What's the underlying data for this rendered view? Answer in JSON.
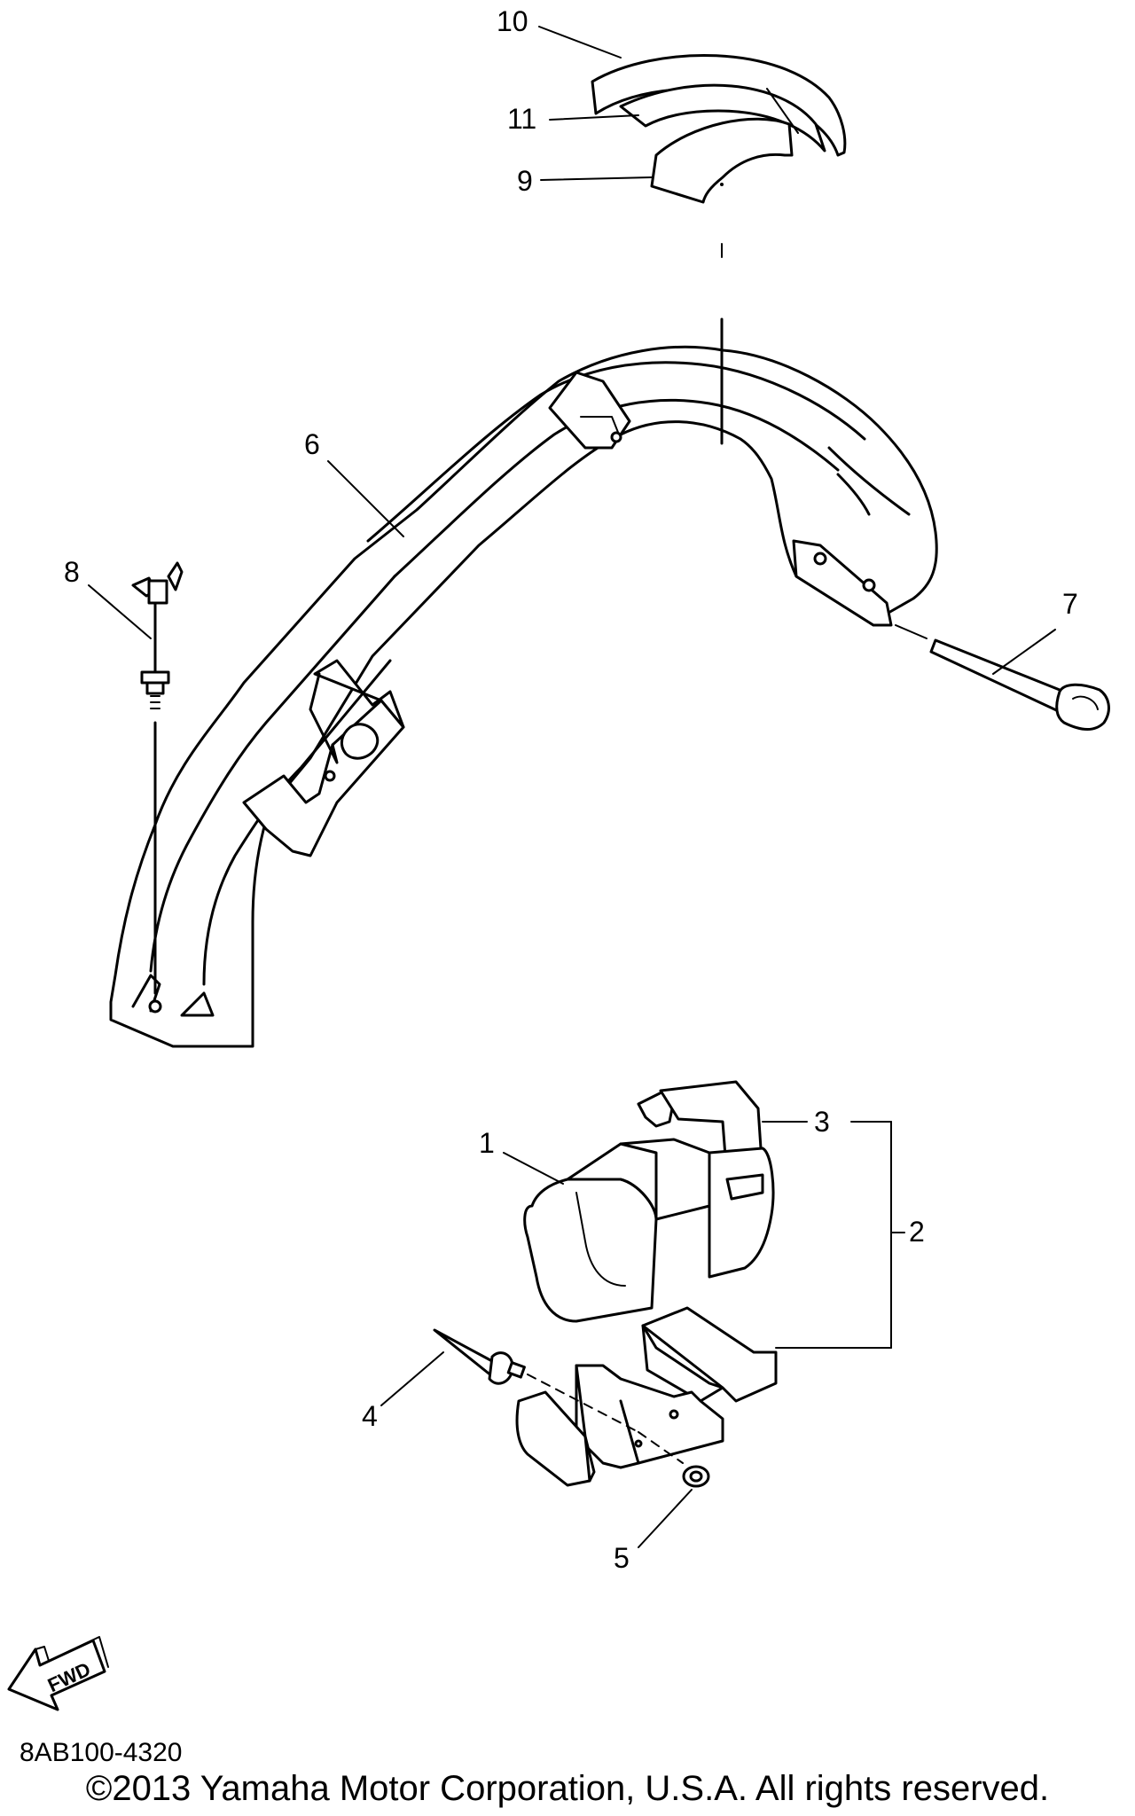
{
  "callouts": {
    "c1": "1",
    "c2": "2",
    "c3": "3",
    "c4": "4",
    "c5": "5",
    "c6": "6",
    "c7": "7",
    "c8": "8",
    "c9": "9",
    "c10": "10",
    "c11": "11"
  },
  "fwd_label": "FWD",
  "ref_code": "8AB100-4320",
  "copyright": "©2013 Yamaha Motor Corporation, U.S.A. All rights reserved."
}
